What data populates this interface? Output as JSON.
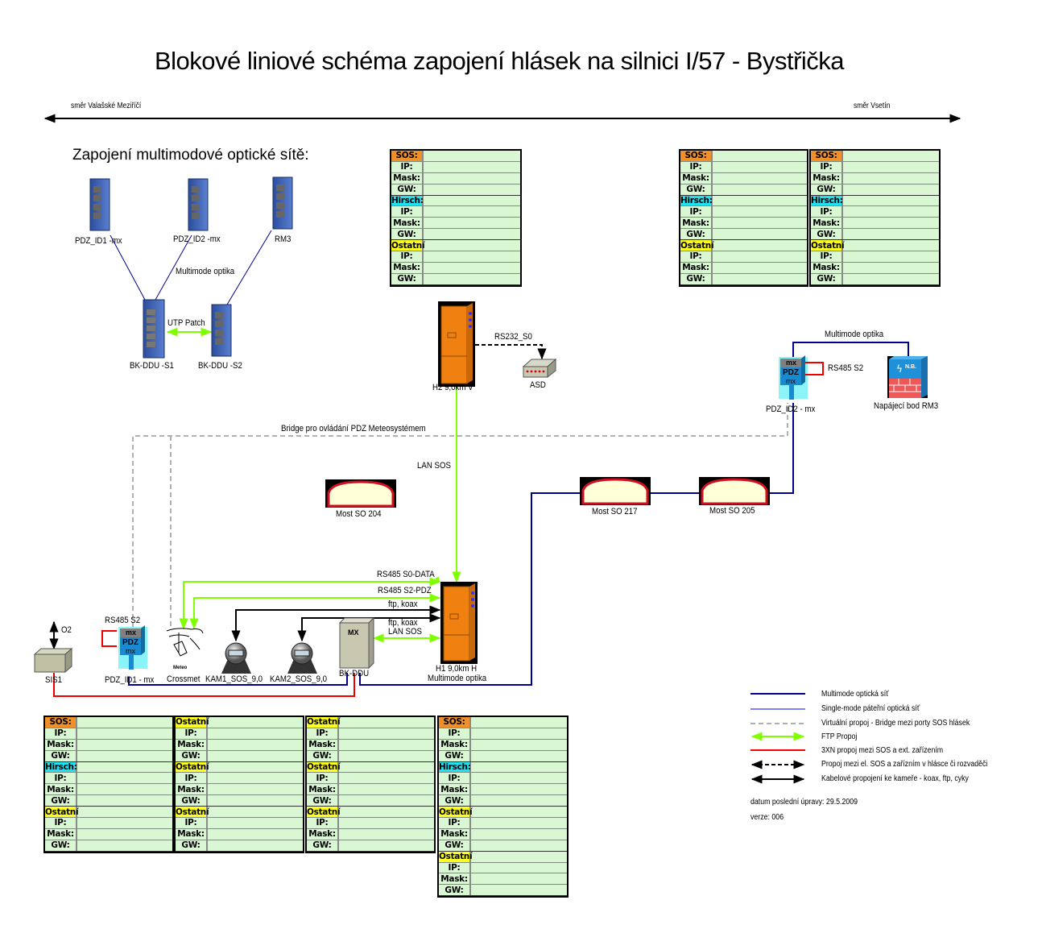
{
  "title": "Blokové liniové schéma zapojení hlásek na silnici I/57 - Bystřička",
  "road": {
    "direction_left": "směr Valašské Meziříčí",
    "direction_right": "směr Vsetín"
  },
  "multimode_section": {
    "heading": "Zapojení multimodové optické sítě:",
    "switches": [
      {
        "id": "pdz-id1-mx",
        "label": "PDZ_ID1 -mx"
      },
      {
        "id": "pdz-id2-mx",
        "label": "PDZ_ID2 -mx"
      },
      {
        "id": "rm3",
        "label": "RM3"
      },
      {
        "id": "bk-ddu-s1",
        "label": "BK-DDU -S1"
      },
      {
        "id": "bk-ddu-s2",
        "label": "BK-DDU -S2"
      }
    ],
    "multimode_label": "Multimode optika",
    "utp_label": "UTP Patch"
  },
  "ip_table_template": {
    "sos": "SOS:",
    "hirsch": "Hirsch:",
    "ostatni": "Ostatní",
    "ip": "IP:",
    "mask": "Mask:",
    "gw": "GW:"
  },
  "ip_tables": [
    {
      "id": "table-h2",
      "sections": [
        "sos",
        "hirsch",
        "ostatni"
      ]
    },
    {
      "id": "table-right-1",
      "sections": [
        "sos",
        "hirsch",
        "ostatni"
      ]
    },
    {
      "id": "table-right-2",
      "sections": [
        "sos",
        "hirsch",
        "ostatni"
      ]
    },
    {
      "id": "table-bottom-1",
      "sections": [
        "sos",
        "hirsch",
        "ostatni"
      ]
    },
    {
      "id": "table-bottom-2",
      "sections": [
        "ostatni",
        "ostatni",
        "ostatni"
      ]
    },
    {
      "id": "table-bottom-3",
      "sections": [
        "ostatni",
        "ostatni",
        "ostatni"
      ]
    },
    {
      "id": "table-bottom-4",
      "sections": [
        "sos",
        "hirsch",
        "ostatni",
        "ostatni"
      ]
    }
  ],
  "devices": {
    "h2": "H2 9,0km V",
    "asd": "ASD",
    "rs232": "RS232_S0",
    "pdz_id2": "PDZ_ID2 - mx",
    "rs485_s2_right": "RS485 S2",
    "multimode_top": "Multimode optika",
    "napajeci": "Napájecí bod RM3",
    "bridge": "Bridge pro ovládání PDZ Meteosystémem",
    "lan_sos": "LAN SOS",
    "most_204": "Most SO 204",
    "most_217": "Most SO 217",
    "most_205": "Most SO 205",
    "rs485_s0_data": "RS485 S0-DATA",
    "rs485_s2_pdz": "RS485 S2-PDZ",
    "ftp_koax_1": "ftp, koax",
    "ftp_koax_2": "ftp, koax",
    "lan_sos_2": "LAN SOS",
    "h1": "H1 9,0km H",
    "h1_sub": "Multimode optika",
    "o2": "O2",
    "sis1": "SIS1",
    "rs485_s2_left": "RS485 S2",
    "pdz_id1": "PDZ_ID1 - mx",
    "meteo_small": "Meteo",
    "crossmet": "Crossmet",
    "kam1": "KAM1_SOS_9,0",
    "kam2": "KAM2_SOS_9,0",
    "bk_ddu": "BK-DDU",
    "mx": "MX",
    "pdz_top": "mx",
    "pdz_mid": "PDZ",
    "pdz_bot": "mx",
    "nb": "N.B."
  },
  "legend": [
    {
      "label": "Multimode optická síť",
      "color": "#00008b",
      "style": "solid"
    },
    {
      "label": "Single-mode páteřní optická síť",
      "color": "#8080ff",
      "style": "solid"
    },
    {
      "label": "Virtuální propoj - Bridge mezi porty SOS hlásek",
      "color": "#b0b0b0",
      "style": "dashed"
    },
    {
      "label": "FTP Propoj",
      "color": "#80ff00",
      "style": "arrows"
    },
    {
      "label": "3XN propoj mezi SOS a ext. zařízením",
      "color": "#ff0000",
      "style": "solid"
    },
    {
      "label": "Propoj mezi el. SOS a zařízním v hlásce či rozvaděči",
      "color": "#000000",
      "style": "dashed-arrows"
    },
    {
      "label": "Kabelové propojení ke kameře - koax, ftp, cyky",
      "color": "#000000",
      "style": "arrows"
    }
  ],
  "last_modified": "datum poslední úpravy: 29.5.2009",
  "version": "verze: 006"
}
